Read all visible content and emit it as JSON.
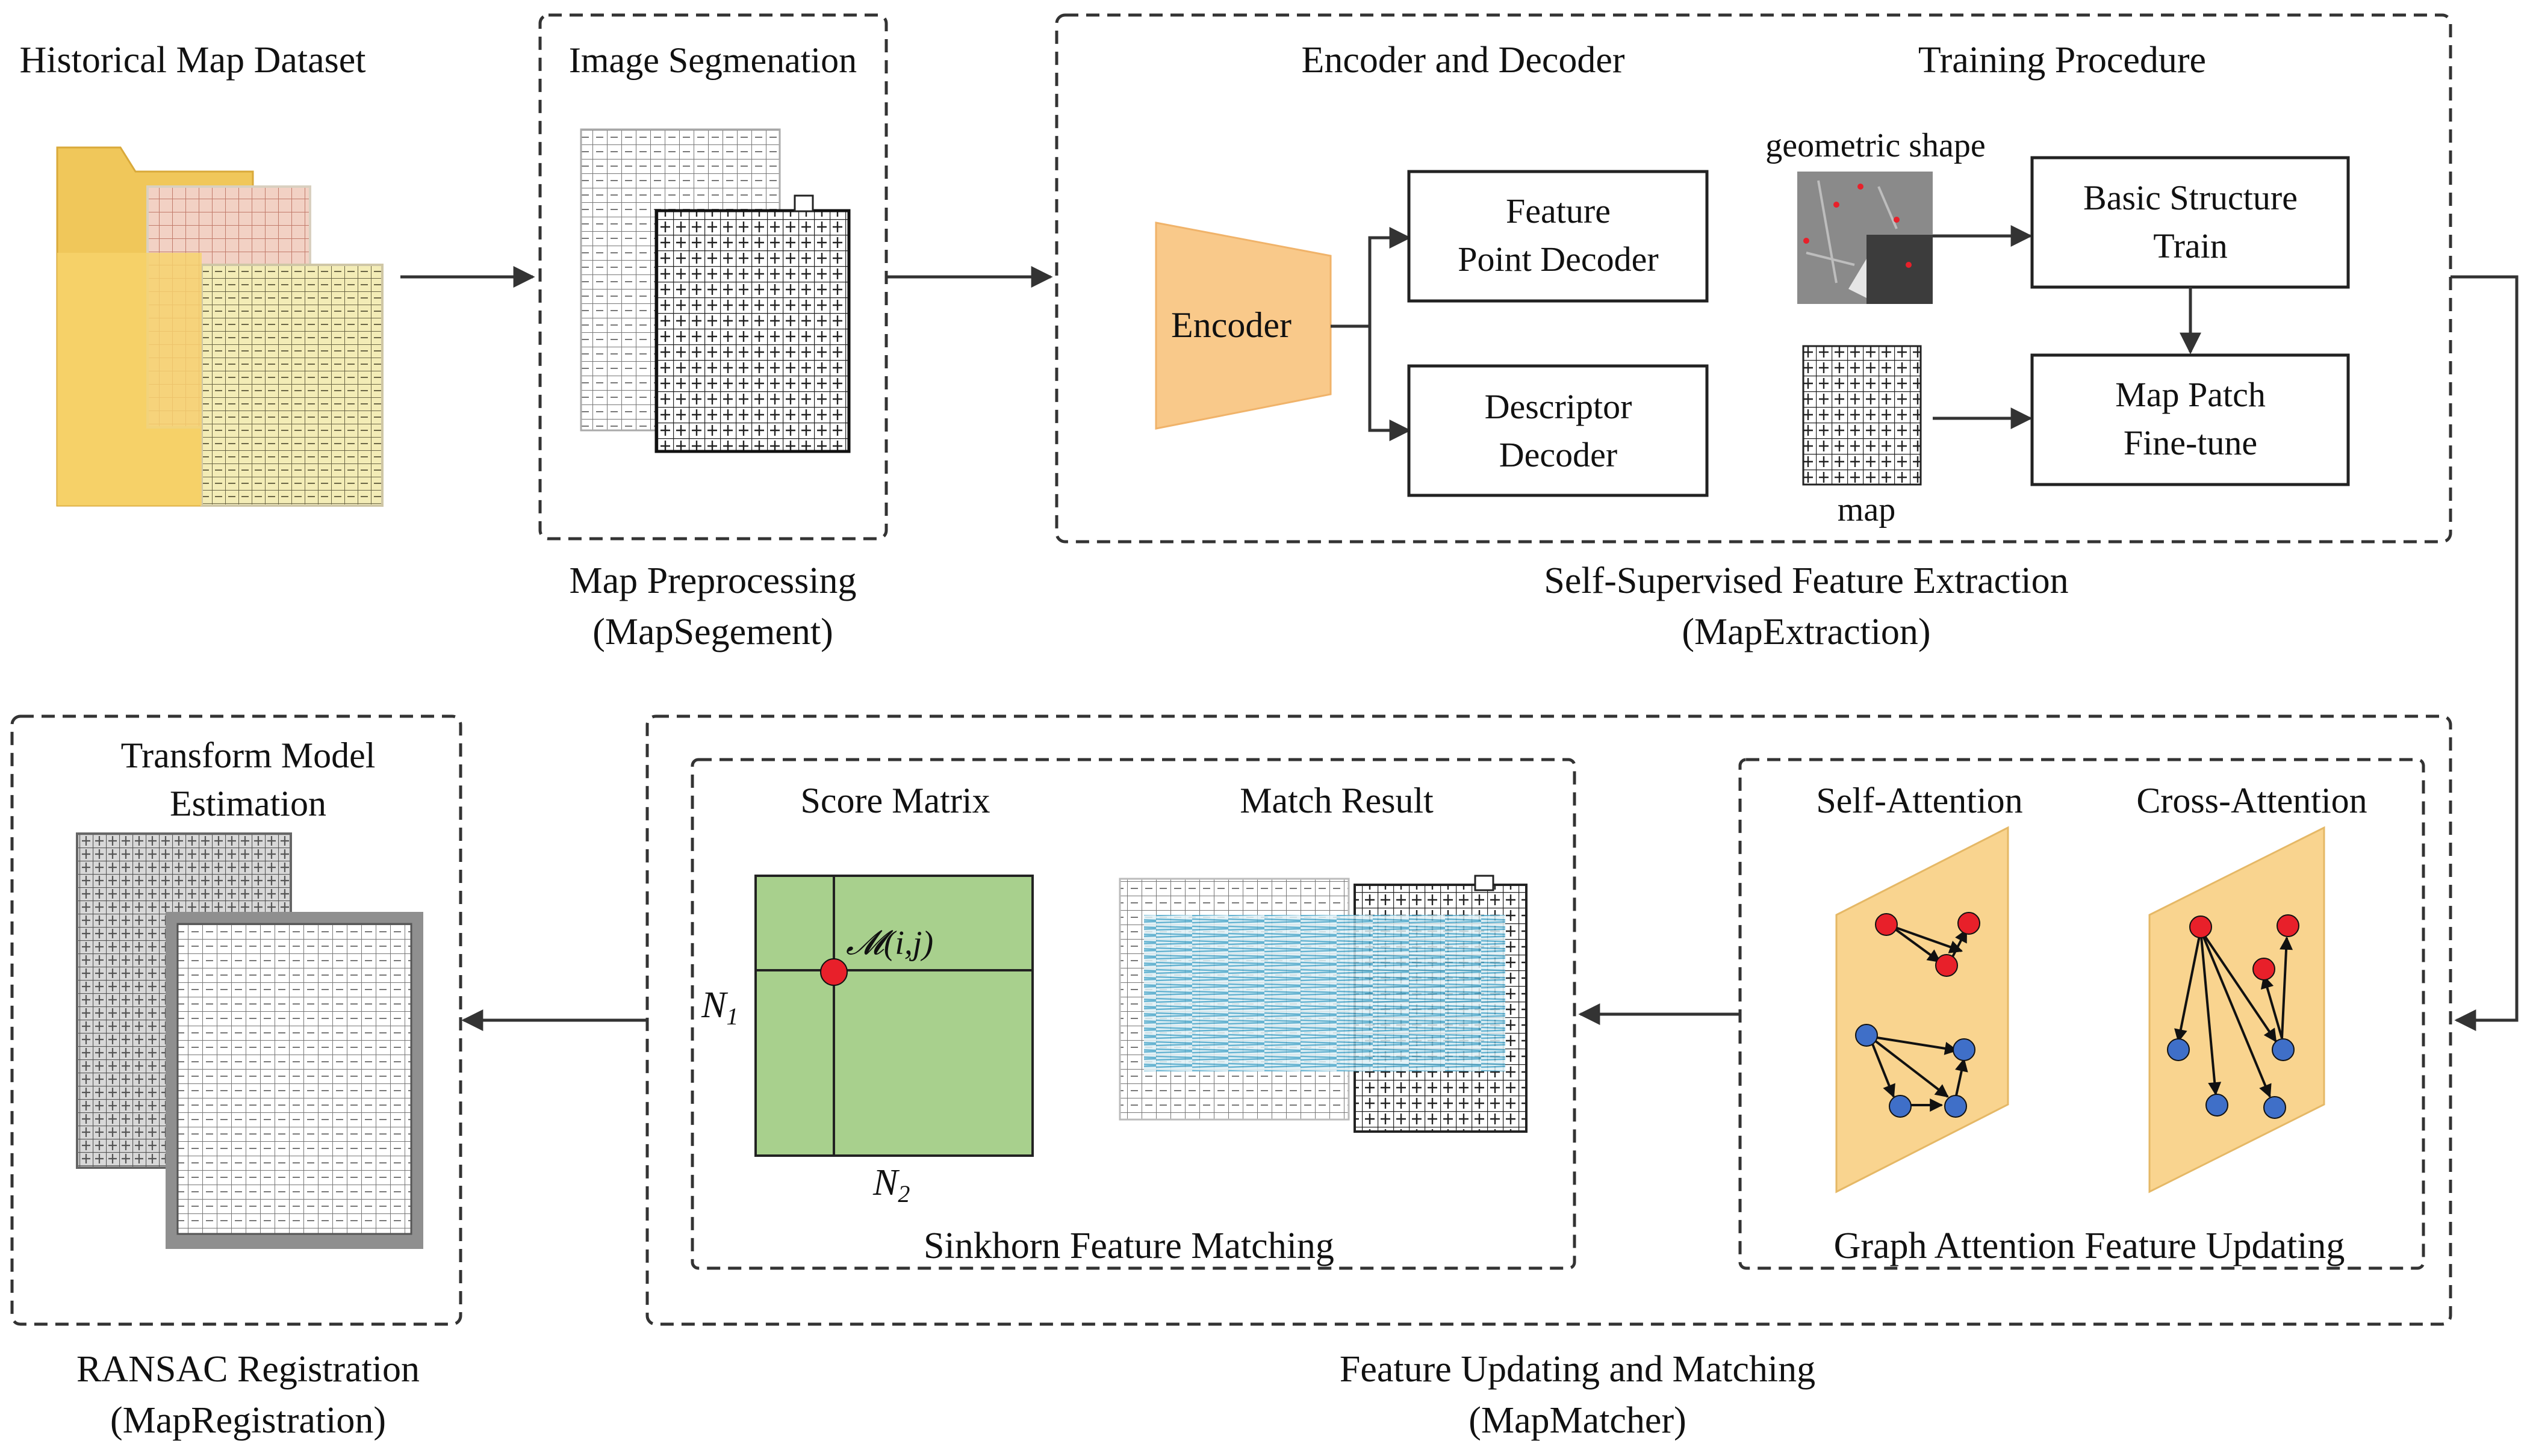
{
  "stages": {
    "dataset": {
      "title": "Historical Map Dataset"
    },
    "preprocess": {
      "inner_title": "Image Segmenation",
      "caption_line1": "Map Preprocessing",
      "caption_line2": "(MapSegement)"
    },
    "extraction": {
      "col1_title": "Encoder and Decoder",
      "col2_title": "Training Procedure",
      "encoder": "Encoder",
      "fp_decoder_line1": "Feature",
      "fp_decoder_line2": "Point Decoder",
      "desc_decoder_line1": "Descriptor",
      "desc_decoder_line2": "Decoder",
      "geometric_label": "geometric shape",
      "map_label": "map",
      "basic_train_line1": "Basic Structure",
      "basic_train_line2": "Train",
      "finetune_line1": "Map Patch",
      "finetune_line2": "Fine-tune",
      "caption_line1": "Self-Supervised Feature Extraction",
      "caption_line2": "(MapExtraction)"
    },
    "matcher": {
      "sinkhorn": {
        "score_title": "Score Matrix",
        "match_title": "Match Result",
        "cell_label": "𝓜(i,j)",
        "n1_label": "N",
        "n1_sub": "1",
        "n2_label": "N",
        "n2_sub": "2",
        "caption": "Sinkhorn Feature Matching"
      },
      "graph": {
        "self_title": "Self-Attention",
        "cross_title": "Cross-Attention",
        "caption": "Graph Attention Feature Updating"
      },
      "caption_line1": "Feature Updating and Matching",
      "caption_line2": "(MapMatcher)"
    },
    "registration": {
      "inner_title_line1": "Transform Model",
      "inner_title_line2": "Estimation",
      "caption_line1": "RANSAC Registration",
      "caption_line2": "(MapRegistration)"
    }
  },
  "colors": {
    "encoder_fill": "#F9C98A",
    "attention_plane": "#F9D48F",
    "score_matrix": "#A8D08D",
    "node_red": "#E8202A",
    "node_blue": "#3F6FC8",
    "folder": "#F6D36B"
  },
  "icons": [
    "folder-icon",
    "map-image",
    "arrow-icon"
  ]
}
